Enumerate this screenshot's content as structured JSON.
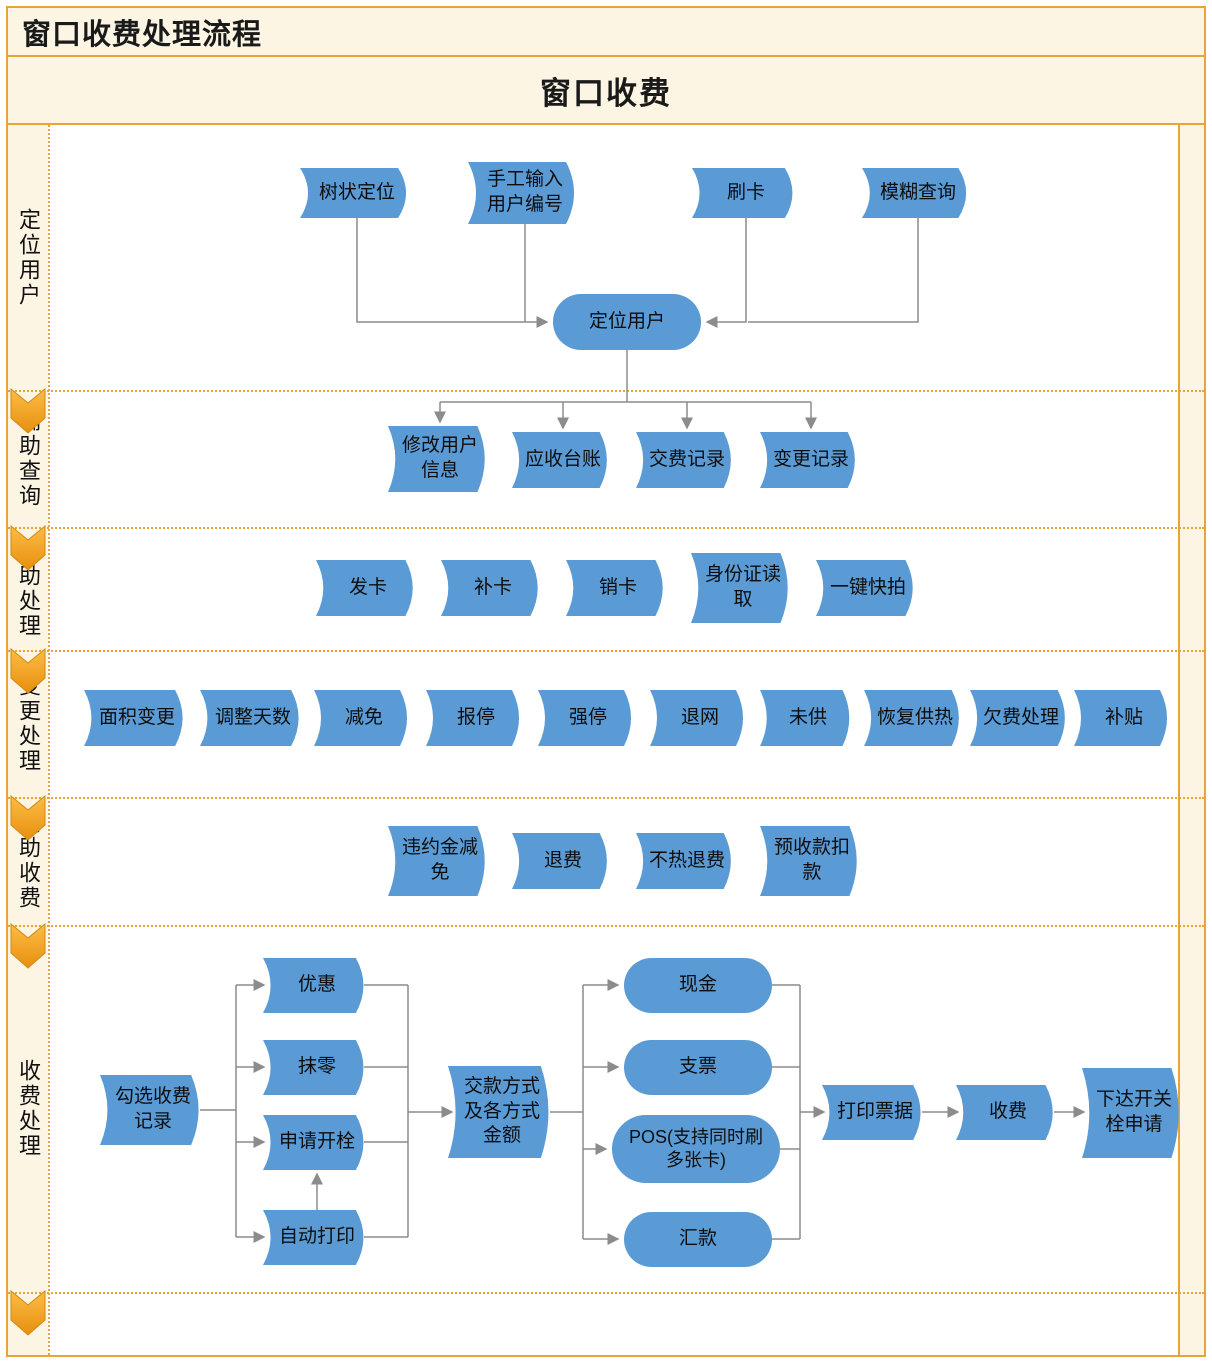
{
  "title": "窗口收费处理流程",
  "header": "窗口收费",
  "lanes": [
    {
      "label": "定位用户"
    },
    {
      "label": "辅助查询"
    },
    {
      "label": "辅助处理"
    },
    {
      "label": "变更处理"
    },
    {
      "label": "辅助收费"
    },
    {
      "label": "收费处理"
    },
    {
      "label": ""
    }
  ],
  "colors": {
    "accent_orange": "#E9A33B",
    "background_cream": "#FDF5E4",
    "node_blue": "#5B9BD5",
    "connector_gray": "#8C8C8C",
    "chevron_gold_light": "#FCBD45",
    "chevron_gold_dark": "#E78F0F"
  },
  "nodes": {
    "tree_locate": "树状定位",
    "manual_input": "手工输入用户编号",
    "swipe_card": "刷卡",
    "fuzzy_query": "模糊查询",
    "locate_user": "定位用户",
    "modify_user_info": "修改用户信息",
    "receivable_ledger": "应收台账",
    "payment_record": "交费记录",
    "change_record": "变更记录",
    "issue_card": "发卡",
    "reissue_card": "补卡",
    "cancel_card": "销卡",
    "id_card_read": "身份证读取",
    "one_key_photo": "一键快拍",
    "area_change": "面积变更",
    "adjust_days": "调整天数",
    "reduction": "减免",
    "report_stop": "报停",
    "force_stop": "强停",
    "quit_network": "退网",
    "not_supplied": "未供",
    "resume_heating": "恢复供热",
    "arrears_handling": "欠费处理",
    "subsidy": "补贴",
    "penalty_reduction": "违约金减免",
    "refund": "退费",
    "no_heat_refund": "不热退费",
    "prepaid_deduction": "预收款扣款",
    "select_records": "勾选收费记录",
    "discount": "优惠",
    "round_off": "抹零",
    "apply_open_valve": "申请开栓",
    "auto_print": "自动打印",
    "payment_method": "交款方式及各方式金额",
    "cash": "现金",
    "cheque": "支票",
    "pos": "POS(支持同时刷多张卡)",
    "remittance": "汇款",
    "print_receipt": "打印票据",
    "charge": "收费",
    "issue_valve_request": "下达开关栓申请"
  }
}
